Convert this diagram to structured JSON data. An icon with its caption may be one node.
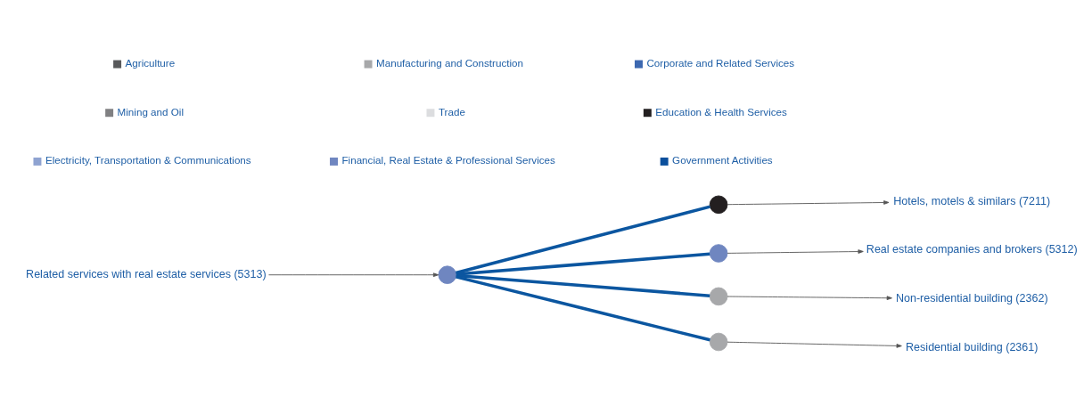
{
  "diagram": {
    "nodes": [
      {
        "text": [],
        "shape": "circle"
      },
      {
        "text": [],
        "shape": "circle"
      },
      {
        "text": [],
        "shape": "circle"
      },
      {
        "text": [],
        "shape": "circle"
      },
      {
        "text": [],
        "shape": "circle"
      },
      {
        "text": [
          "Hotels, motels & similars (7211)"
        ]
      },
      {
        "text": [
          "Related services with real estate services (5313)"
        ]
      },
      {
        "text": [
          "Real estate companies and brokers (5312)"
        ]
      },
      {
        "text": [
          "Non-residential building (2362)"
        ]
      },
      {
        "text": [
          "Residential building (2361)"
        ]
      }
    ],
    "edges": [
      {
        "from": 0,
        "to": 1,
        "arrow": "none",
        "style": "thick",
        "color": "#0b56a0"
      },
      {
        "from": 0,
        "to": 2,
        "arrow": "none",
        "style": "thick",
        "color": "#0b56a0"
      },
      {
        "from": 0,
        "to": 3,
        "arrow": "none",
        "style": "thick",
        "color": "#0b56a0"
      },
      {
        "from": 0,
        "to": 4,
        "arrow": "none",
        "style": "thick",
        "color": "#0b56a0"
      },
      {
        "from": 1,
        "to": 5,
        "arrow": "to"
      },
      {
        "from": 6,
        "to": 0,
        "arrow": "to"
      },
      {
        "from": 2,
        "to": 7,
        "arrow": "to"
      },
      {
        "from": 3,
        "to": 8,
        "arrow": "to"
      },
      {
        "from": 4,
        "to": 9,
        "arrow": "to"
      }
    ],
    "legend": [
      {
        "text": "Agriculture",
        "color": "#58595b"
      },
      {
        "text": "Mining and Oil",
        "color": "#808082"
      },
      {
        "text": "Electricity, Transportation & Communications",
        "color": "#8fa3d1"
      },
      {
        "text": "Manufacturing and Construction",
        "color": "#a7a8aa"
      },
      {
        "text": "Trade",
        "color": "#dcdddf"
      },
      {
        "text": "Financial, Real Estate & Professional Services",
        "color": "#6f86c0"
      },
      {
        "text": "Corporate and Related Services",
        "color": "#3c68b0"
      },
      {
        "text": "Education & Health Services",
        "color": "#231f20"
      },
      {
        "text": "Government Activities",
        "color": "#0b4f9c"
      }
    ]
  }
}
